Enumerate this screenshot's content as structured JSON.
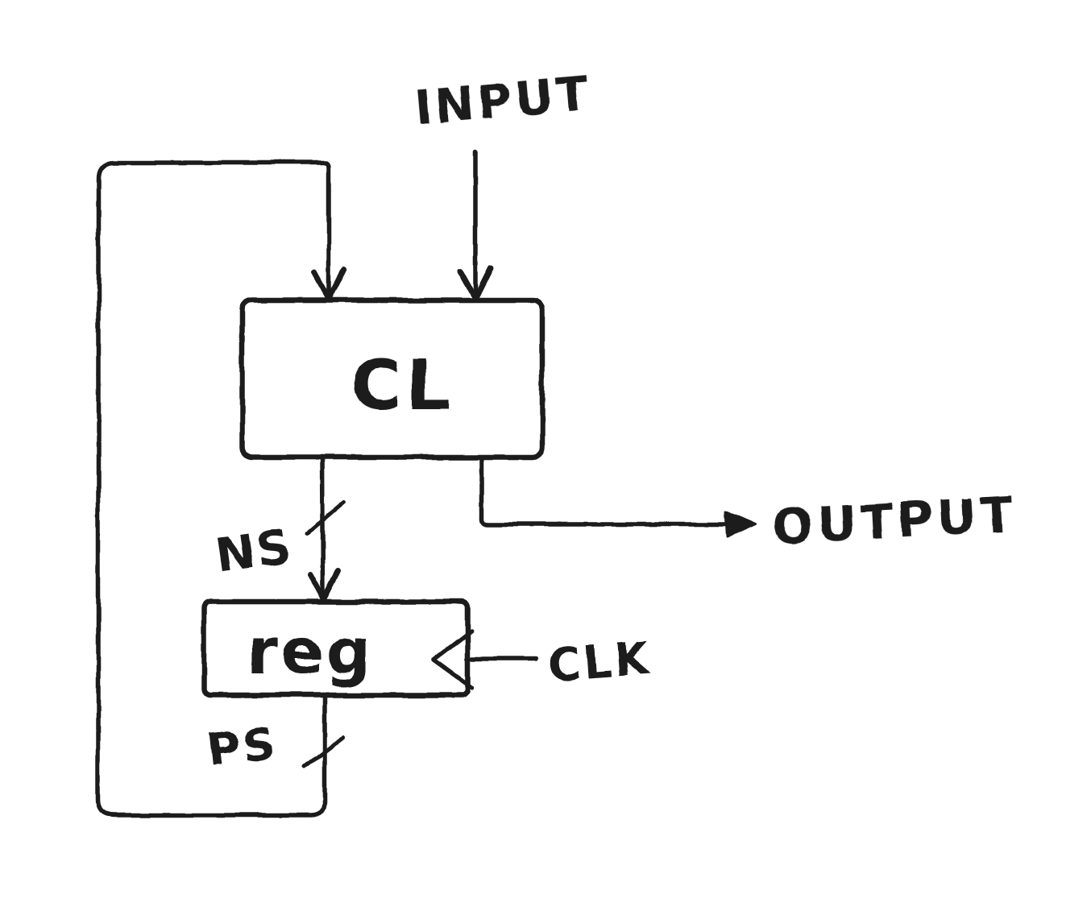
{
  "page": {
    "paper_color": "#ffffff",
    "ink_color": "#1c1c1c"
  },
  "diagram": {
    "blocks": {
      "cl": {
        "label": "CL"
      },
      "reg": {
        "label": "reg"
      }
    },
    "signals": {
      "input": {
        "label": "INPUT"
      },
      "output": {
        "label": "OUTPUT"
      },
      "next_state": {
        "label": "NS"
      },
      "present_state": {
        "label": "PS"
      },
      "clock": {
        "label": "CLK"
      }
    }
  }
}
